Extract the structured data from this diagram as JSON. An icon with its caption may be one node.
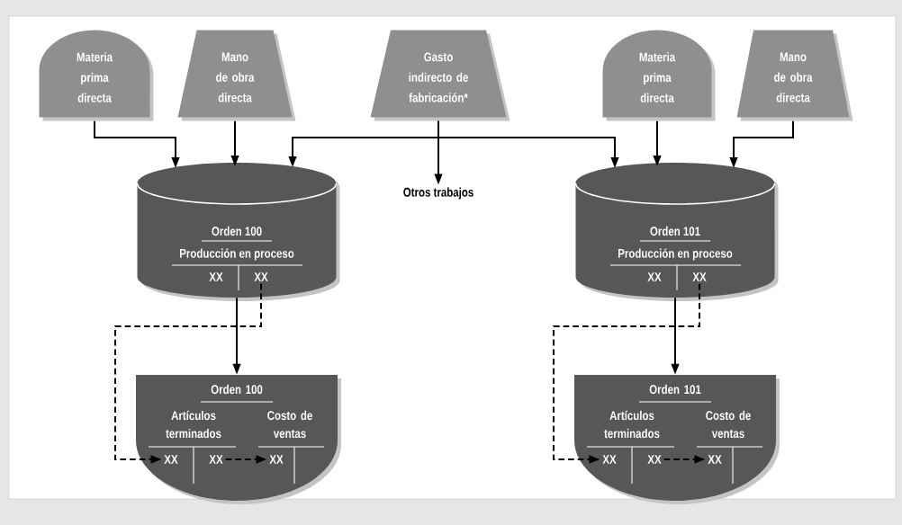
{
  "diagram": {
    "nodes": [
      {
        "text": [
          "Materia prima directa"
        ]
      },
      {
        "text": [
          "Mano de obra directa"
        ]
      },
      {
        "text": [
          "Gasto indirecto de fabricación*"
        ]
      },
      {
        "text": [
          "Materia prima directa"
        ]
      },
      {
        "text": [
          "Mano de obra directa"
        ]
      },
      {
        "text": [
          "Otros trabajos"
        ]
      },
      {
        "text": [
          "Orden 100",
          "Producción en proceso"
        ]
      },
      {
        "text": [
          "XX"
        ],
        "in": 6
      },
      {
        "text": [
          "XX"
        ],
        "in": 6
      },
      {
        "text": [
          "Orden 100",
          "Artículos terminados",
          "Costo de ventas"
        ]
      },
      {
        "text": [
          "XX"
        ],
        "in": 9
      },
      {
        "text": [
          "XX"
        ],
        "in": 9
      },
      {
        "text": [
          "XX"
        ],
        "in": 9
      },
      {
        "text": [
          "Orden 101",
          "Producción en proceso"
        ]
      },
      {
        "text": [
          "XX"
        ],
        "in": 13
      },
      {
        "text": [
          "XX"
        ],
        "in": 13
      },
      {
        "text": [
          "Orden 101",
          "Artículos terminados",
          "Costo de ventas"
        ]
      },
      {
        "text": [
          "XX"
        ],
        "in": 16
      },
      {
        "text": [
          "XX"
        ],
        "in": 16
      },
      {
        "text": [
          "XX"
        ],
        "in": 16
      }
    ],
    "edges": [
      {
        "from": 0,
        "to": 6,
        "arrow": "to"
      },
      {
        "from": 1,
        "to": 6,
        "arrow": "to"
      },
      {
        "from": 2,
        "to": 6,
        "arrow": "to"
      },
      {
        "from": 2,
        "to": 5,
        "arrow": "to"
      },
      {
        "from": 2,
        "to": 13,
        "arrow": "to"
      },
      {
        "from": 3,
        "to": 13,
        "arrow": "to"
      },
      {
        "from": 4,
        "to": 13,
        "arrow": "to"
      },
      {
        "from": 6,
        "to": 9,
        "arrow": "to"
      },
      {
        "from": 8,
        "to": 10,
        "arrow": "to",
        "style": "dashed"
      },
      {
        "from": 11,
        "to": 12,
        "arrow": "to",
        "style": "dashed"
      },
      {
        "from": 13,
        "to": 16,
        "arrow": "to"
      },
      {
        "from": 15,
        "to": 17,
        "arrow": "to",
        "style": "dashed"
      },
      {
        "from": 18,
        "to": 19,
        "arrow": "to",
        "style": "dashed"
      }
    ]
  }
}
